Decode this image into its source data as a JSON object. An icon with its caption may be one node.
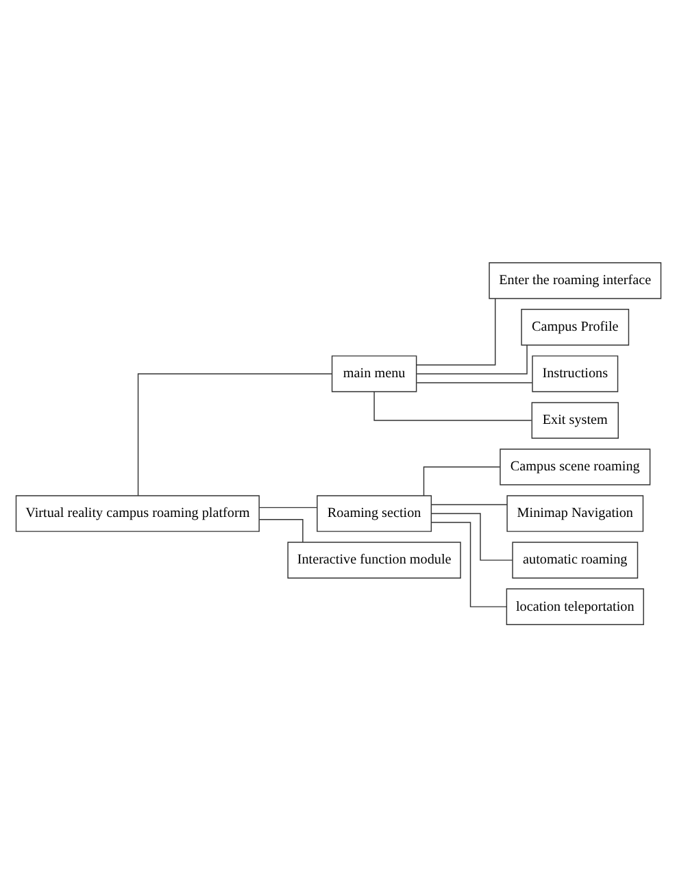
{
  "diagram": {
    "nodes": [
      {
        "text": [
          "Virtual reality campus roaming platform"
        ]
      },
      {
        "text": [
          "main menu"
        ]
      },
      {
        "text": [
          "Enter the roaming interface"
        ]
      },
      {
        "text": [
          "Campus Profile"
        ]
      },
      {
        "text": [
          "Instructions"
        ]
      },
      {
        "text": [
          "Exit system"
        ]
      },
      {
        "text": [
          "Roaming section"
        ]
      },
      {
        "text": [
          "Campus scene roaming"
        ]
      },
      {
        "text": [
          "Minimap Navigation"
        ]
      },
      {
        "text": [
          "automatic roaming"
        ]
      },
      {
        "text": [
          "location teleportation"
        ]
      },
      {
        "text": [
          "Interactive function module"
        ]
      }
    ],
    "edges": [
      {
        "from": 0,
        "to": 1,
        "arrow": "none"
      },
      {
        "from": 1,
        "to": 2,
        "arrow": "none"
      },
      {
        "from": 1,
        "to": 3,
        "arrow": "none"
      },
      {
        "from": 1,
        "to": 4,
        "arrow": "none"
      },
      {
        "from": 1,
        "to": 5,
        "arrow": "none"
      },
      {
        "from": 0,
        "to": 6,
        "arrow": "none"
      },
      {
        "from": 6,
        "to": 7,
        "arrow": "none"
      },
      {
        "from": 6,
        "to": 8,
        "arrow": "none"
      },
      {
        "from": 6,
        "to": 9,
        "arrow": "none"
      },
      {
        "from": 6,
        "to": 10,
        "arrow": "none"
      },
      {
        "from": 0,
        "to": 11,
        "arrow": "none"
      }
    ]
  }
}
